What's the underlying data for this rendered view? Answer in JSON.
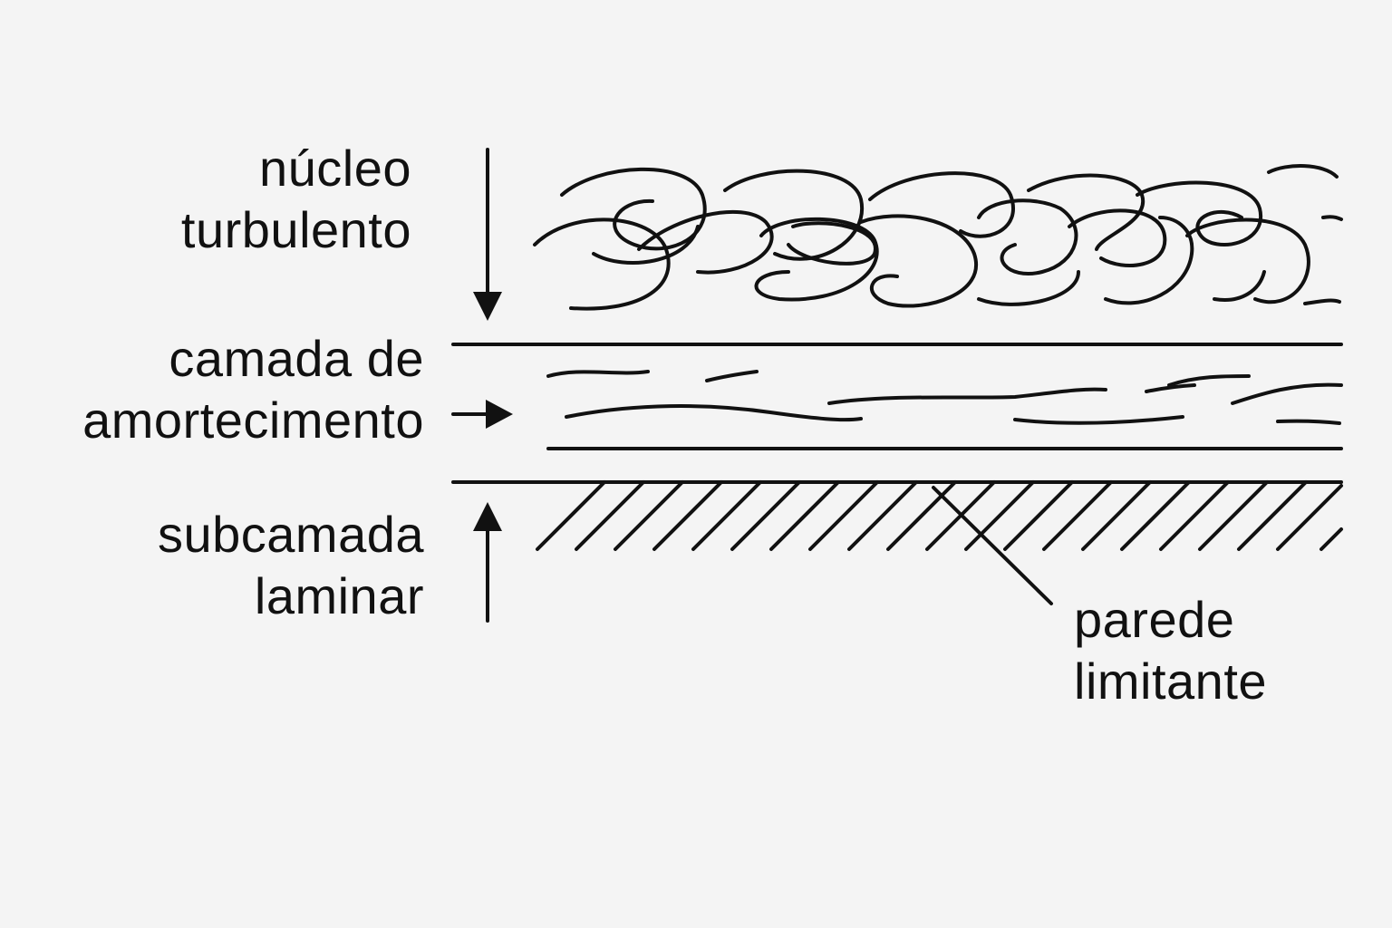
{
  "labels": {
    "core_line1": "núcleo",
    "core_line2": "turbulento",
    "buffer_line1": "camada de",
    "buffer_line2": "amortecimento",
    "sublayer_line1": "subcamada",
    "sublayer_line2": "laminar",
    "wall_line1": "parede",
    "wall_line2": "limitante"
  },
  "colors": {
    "background": "#f4f4f4",
    "ink": "#111111"
  }
}
